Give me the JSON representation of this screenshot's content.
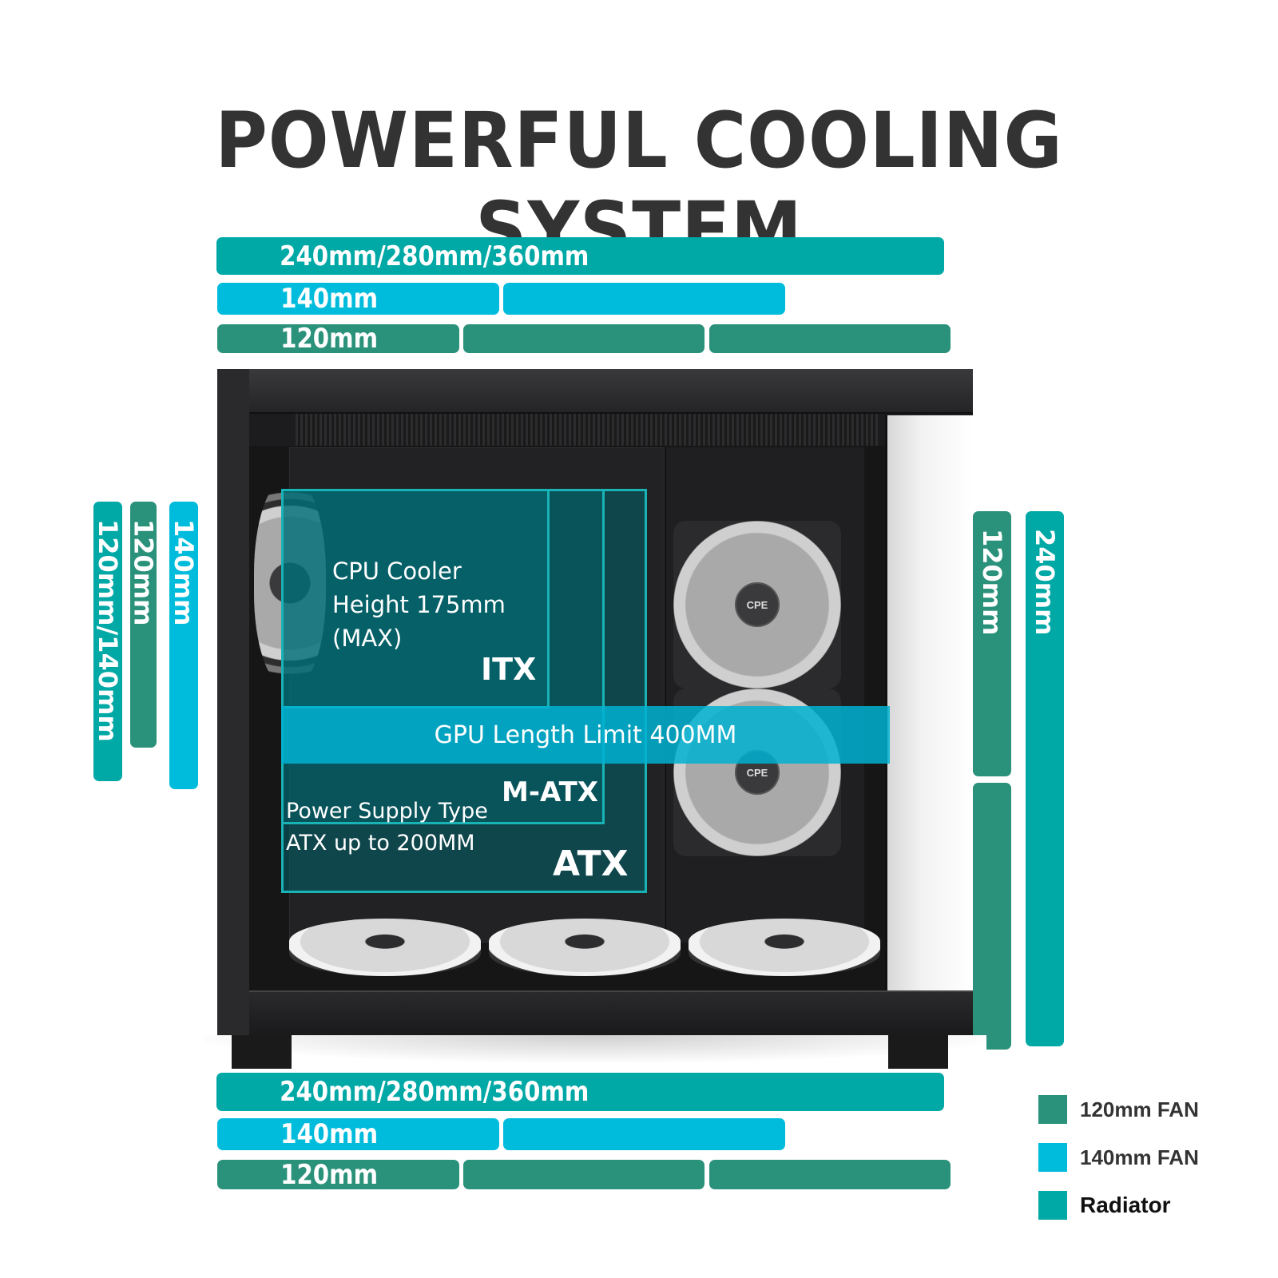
{
  "title": "POWERFUL COOLING SYSTEM",
  "colors": {
    "radiator": "#00a8a6",
    "fan_140": "#00bcdc",
    "fan_120": "#2a917a",
    "title": "#333333",
    "overlay_border": "#19b3b6"
  },
  "top_mounts": {
    "radiator_label": "240mm/280mm/360mm",
    "fan140_label": "140mm",
    "fan140_count": 2,
    "fan120_label": "120mm",
    "fan120_count": 3
  },
  "bottom_mounts": {
    "radiator_label": "240mm/280mm/360mm",
    "fan140_label": "140mm",
    "fan140_count": 2,
    "fan120_label": "120mm",
    "fan120_count": 3
  },
  "rear_mounts": {
    "radiator_label": "120mm/140mm",
    "fan120_label": "120mm",
    "fan140_label": "140mm"
  },
  "side_mounts": {
    "fan120_label": "120mm",
    "fan120_count": 2,
    "radiator_label": "240mm"
  },
  "overlay": {
    "cpu_cooler_line1": "CPU Cooler",
    "cpu_cooler_line2": "Height 175mm",
    "cpu_cooler_line3": "(MAX)",
    "itx": "ITX",
    "matx": "M-ATX",
    "atx": "ATX",
    "gpu_limit": "GPU Length Limit 400MM",
    "psu_line1": "Power Supply Type",
    "psu_line2": "ATX up to 200MM"
  },
  "fan_hub_logo": "CPE",
  "legend": [
    {
      "label": "120mm FAN",
      "color": "#2a917a"
    },
    {
      "label": "140mm FAN",
      "color": "#00bcdc"
    },
    {
      "label": "Radiator",
      "color": "#00a8a6"
    }
  ]
}
